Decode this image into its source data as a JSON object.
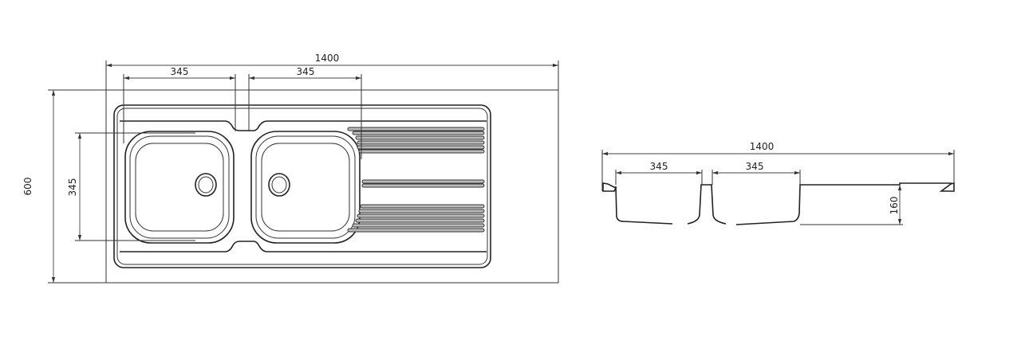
{
  "top_view": {
    "overall_width": "1400",
    "bowl_left_width": "345",
    "bowl_right_width": "345",
    "overall_depth": "600",
    "bowl_depth": "345"
  },
  "side_view": {
    "overall_width": "1400",
    "bowl_left_width": "345",
    "bowl_right_width": "345",
    "bowl_height": "160"
  }
}
